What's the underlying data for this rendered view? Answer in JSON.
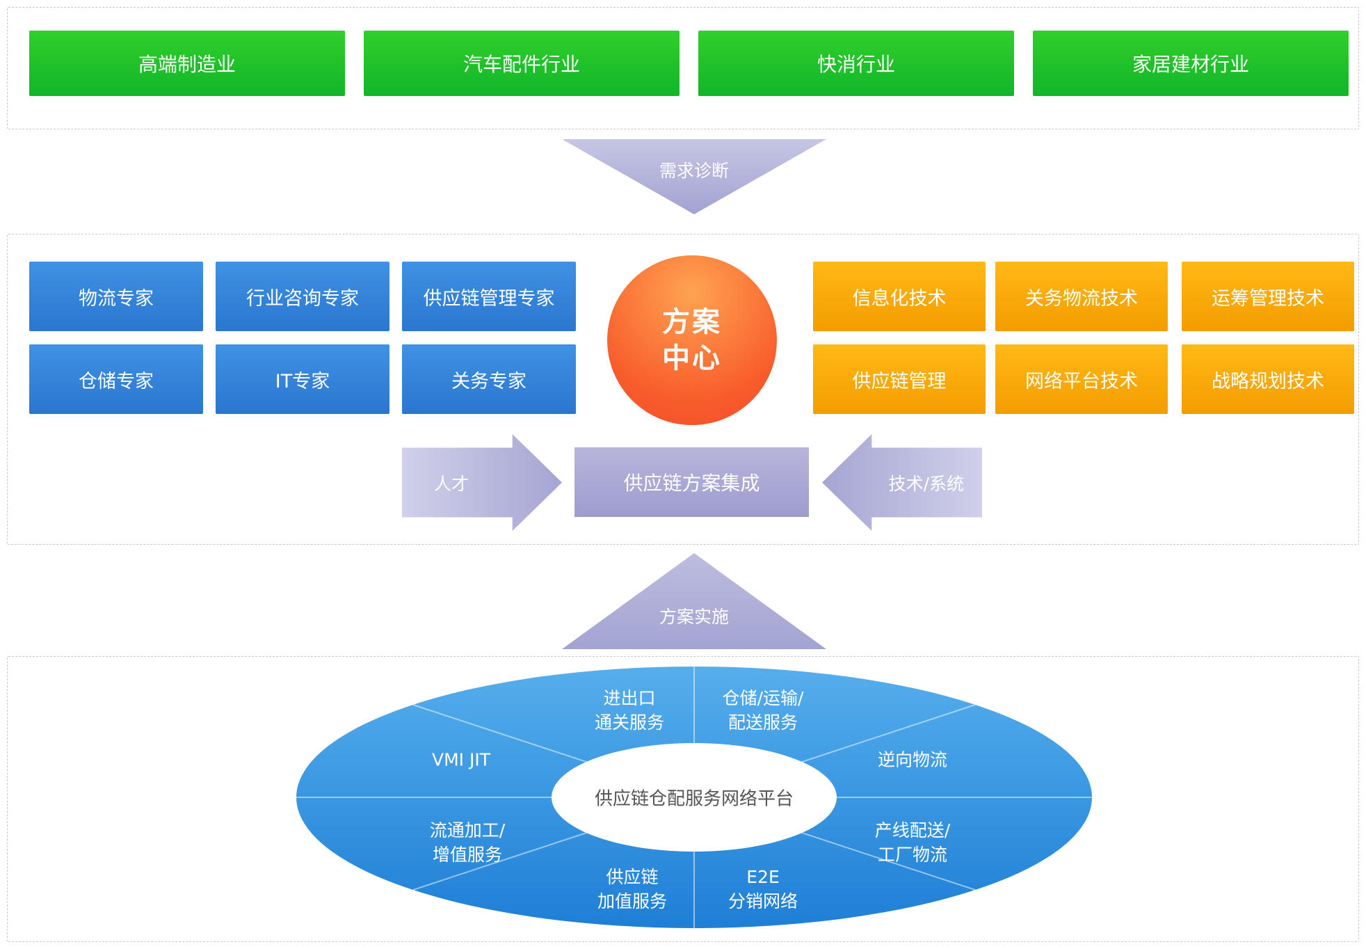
{
  "colors": {
    "industry_green": "#1fc32a",
    "expert_blue": "#3385dc",
    "technology_orange": "#f9a602",
    "center_orange_red": "#f7582d",
    "arrow_lavender": "#b3b1d8",
    "platform_blue": "#2a8adf"
  },
  "industries": [
    "高端制造业",
    "汽车配件行业",
    "快消行业",
    "家居建材行业"
  ],
  "flow": {
    "demand_label": "需求诊断",
    "implement_label": "方案实施",
    "talent_label": "人才",
    "tech_label": "技术/系统",
    "integration_label": "供应链方案集成"
  },
  "solution_center": {
    "line1": "方案",
    "line2": "中心"
  },
  "experts": [
    "物流专家",
    "行业咨询专家",
    "供应链管理专家",
    "仓储专家",
    "IT专家",
    "关务专家"
  ],
  "technologies": [
    "信息化技术",
    "关务物流技术",
    "运筹管理技术",
    "供应链管理",
    "网络平台技术",
    "战略规划技术"
  ],
  "platform": {
    "center_label": "供应链仓配服务网络平台",
    "segments": [
      {
        "lines": [
          "进出口",
          "通关服务"
        ]
      },
      {
        "lines": [
          "仓储/运输/",
          "配送服务"
        ]
      },
      {
        "lines": [
          "VMI JIT"
        ]
      },
      {
        "lines": [
          "逆向物流"
        ]
      },
      {
        "lines": [
          "流通加工/",
          "增值服务"
        ]
      },
      {
        "lines": [
          "产线配送/",
          "工厂物流"
        ]
      },
      {
        "lines": [
          "供应链",
          "加值服务"
        ]
      },
      {
        "lines": [
          "E2E",
          "分销网络"
        ]
      }
    ]
  }
}
